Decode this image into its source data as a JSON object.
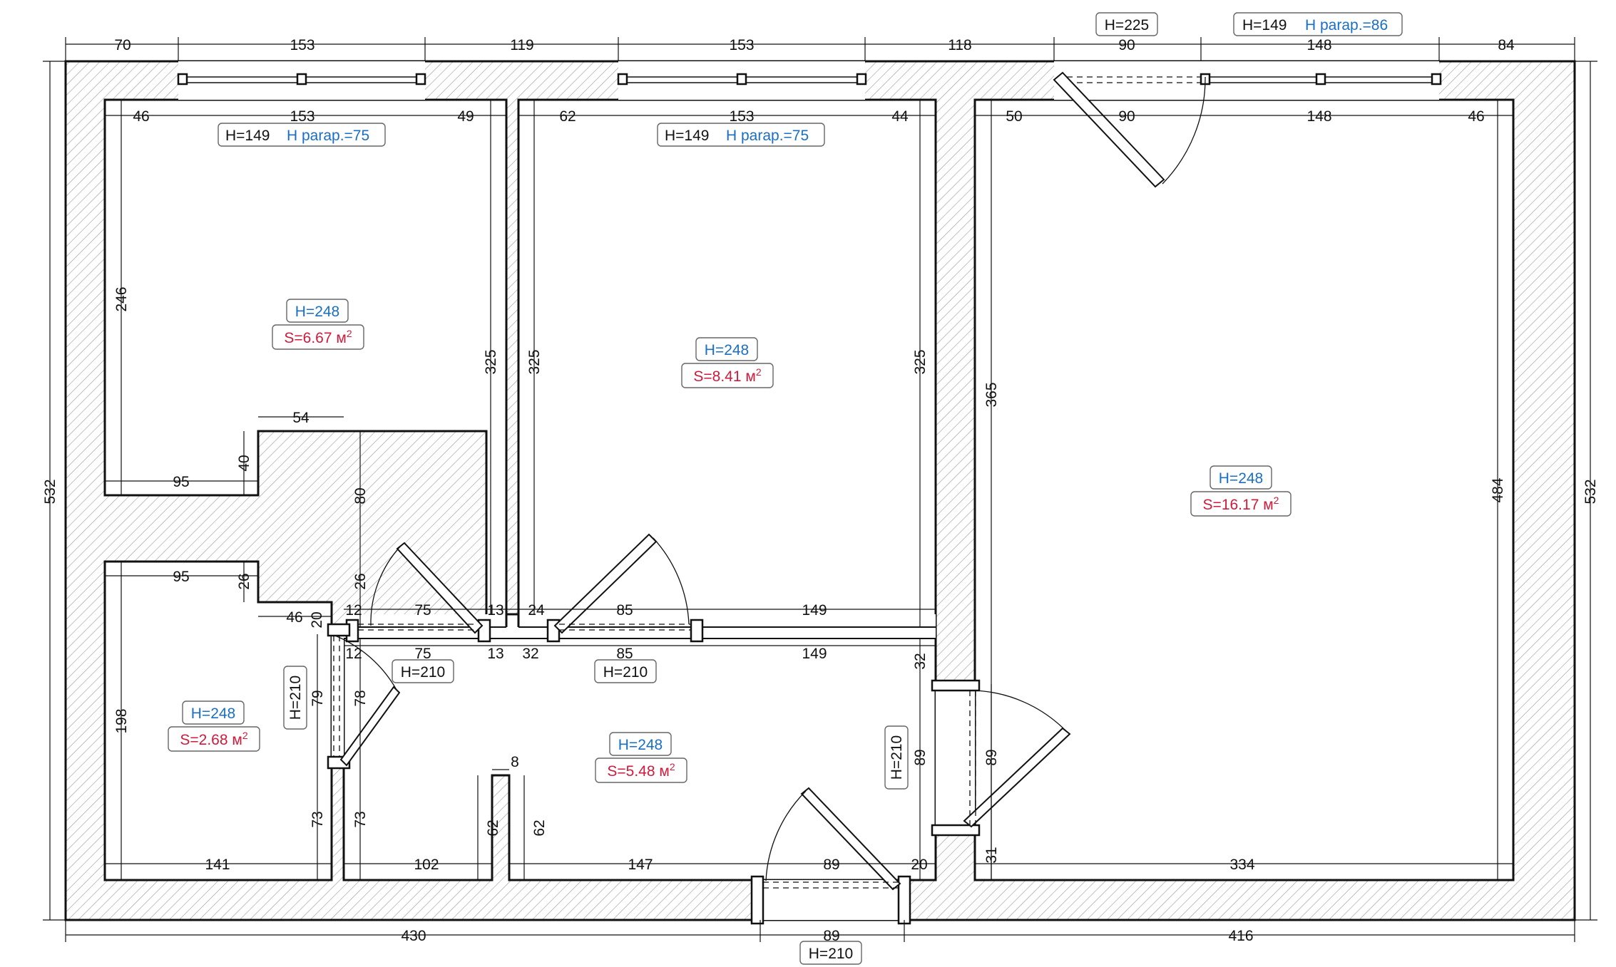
{
  "outer": {
    "top": [
      "70",
      "153",
      "119",
      "153",
      "118",
      "90",
      "148",
      "84"
    ],
    "bottom": [
      "430",
      "89",
      "416"
    ],
    "left": "532",
    "right": "532"
  },
  "top_labels": {
    "h225": "H=225",
    "h149_right": "H=149",
    "parap_right": "H parap.=86"
  },
  "rooms": [
    {
      "id": "room1",
      "h": "H=248",
      "s": "S=6.67 м",
      "sup": "2"
    },
    {
      "id": "room2",
      "h": "H=248",
      "s": "S=8.41 м",
      "sup": "2"
    },
    {
      "id": "room3",
      "h": "H=248",
      "s": "S=16.17 м",
      "sup": "2"
    },
    {
      "id": "room4",
      "h": "H=248",
      "s": "S=2.68 м",
      "sup": "2"
    },
    {
      "id": "room5",
      "h": "H=248",
      "s": "S=5.48 м",
      "sup": "2"
    }
  ],
  "window_labels": [
    {
      "h": "H=149",
      "p": "H parap.=75"
    },
    {
      "h": "H=149",
      "p": "H parap.=75"
    }
  ],
  "door_labels": [
    "H=210",
    "H=210",
    "H=210",
    "H=210",
    "H=210"
  ],
  "inner_dims": {
    "r1_top": [
      "46",
      "153",
      "49"
    ],
    "r2_top": [
      "62",
      "153",
      "44"
    ],
    "r3_top": [
      "50",
      "90",
      "148",
      "46"
    ],
    "r1_left": "246",
    "r1_right": "325",
    "r2_left": "325",
    "r2_right": "325",
    "r3_left": "365",
    "r3_right": "484",
    "niche_w": "54",
    "niche_h": "40",
    "r1_bottom": "95",
    "niche_side": "80",
    "r4_top": "95",
    "r4_step": "26",
    "r4_step_right": "26",
    "r4_step_w": "46",
    "corr_top_up": [
      "12",
      "75",
      "13",
      "24",
      "85",
      "149"
    ],
    "corr_top_low": [
      "12",
      "75",
      "13",
      "32",
      "85",
      "149"
    ],
    "v20": "20",
    "r4_left": "198",
    "d79": "79",
    "d78": "78",
    "d73a": "73",
    "d73b": "73",
    "r4_bottom": "141",
    "c_bottom_a": "102",
    "d62a": "62",
    "d62b": "62",
    "d8": "8",
    "c_bottom_b": "147",
    "c_bottom_c": "89",
    "d20b": "20",
    "d32": "32",
    "d89a": "89",
    "d89b": "89",
    "d31": "31",
    "r3_bottom": "334"
  }
}
